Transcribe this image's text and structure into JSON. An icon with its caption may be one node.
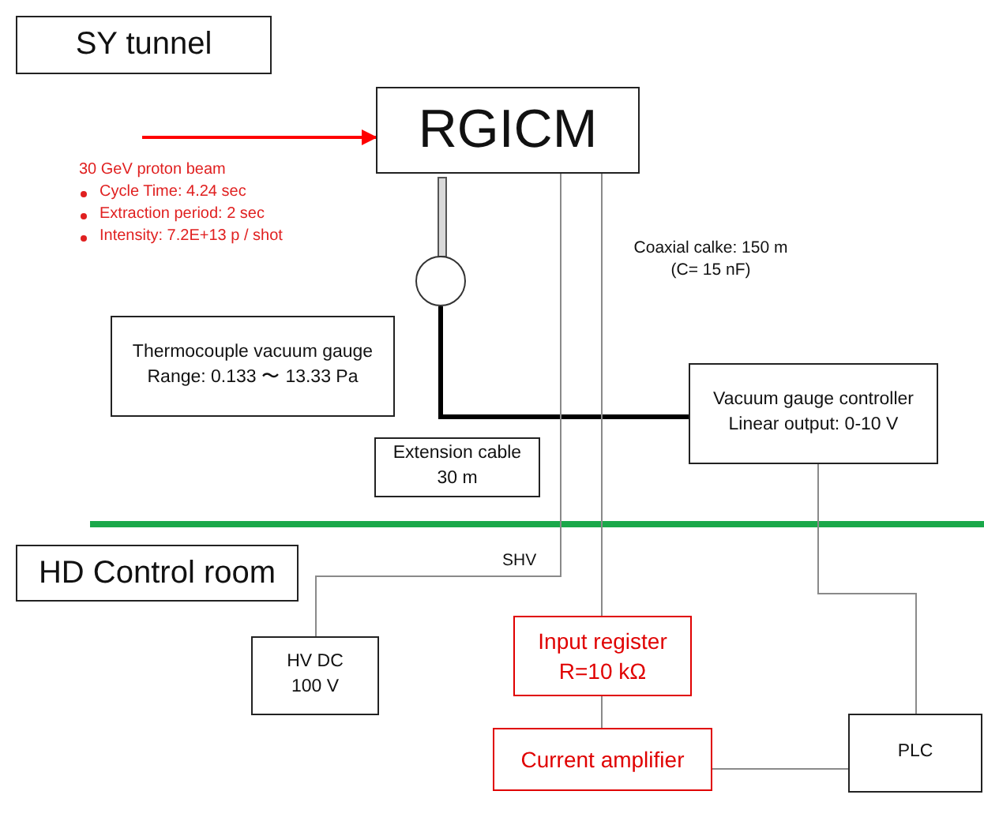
{
  "diagram": {
    "nodes": [
      {
        "text": [
          "SY tunnel"
        ]
      },
      {
        "text": [
          "RGICM"
        ]
      },
      {
        "text": [],
        "shape": "bar"
      },
      {
        "text": [],
        "shape": "circle"
      },
      {
        "text": [
          "Thermocouple vacuum gauge",
          "Range: 0.133 〜 13.33 Pa"
        ]
      },
      {
        "text": [
          "Vacuum gauge controller",
          "Linear output: 0-10 V"
        ]
      },
      {
        "text": [
          "Extension cable 30 m"
        ]
      },
      {
        "text": [
          "HD Control room"
        ]
      },
      {
        "text": [
          "HV DC 100 V"
        ]
      },
      {
        "text": [
          "Input register R=10 kΩ"
        ]
      },
      {
        "text": [
          "Current amplifier"
        ]
      },
      {
        "text": [
          "PLC"
        ]
      }
    ],
    "edges": [
      {
        "from": null,
        "to": 1,
        "arrow": "to",
        "color": "#ff0000"
      },
      {
        "from": 3,
        "to": 5,
        "arrow": "none",
        "style": "thick",
        "color": "#000000"
      },
      {
        "from": 1,
        "to": 8,
        "arrow": "none",
        "label": "SHV"
      },
      {
        "from": 1,
        "to": 9,
        "arrow": "none",
        "label": "Coaxial calke: 150 m (C= 15 nF)"
      },
      {
        "from": 5,
        "to": 11,
        "arrow": "none"
      },
      {
        "from": 9,
        "to": 10,
        "arrow": "none"
      },
      {
        "from": 10,
        "to": 11,
        "arrow": "none"
      }
    ],
    "labels": [
      "30 GeV proton beam",
      "Cycle Time: 4.24 sec",
      "Extraction period:  2 sec",
      "Intensity: 7.2E+13 p / shot"
    ]
  }
}
